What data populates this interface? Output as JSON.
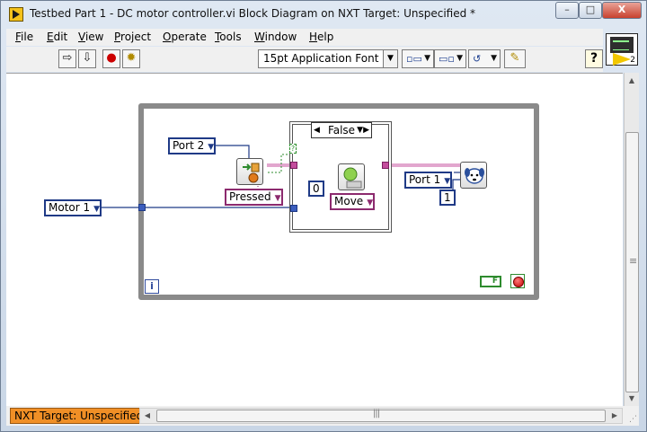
{
  "window": {
    "title": "Testbed Part 1 - DC motor controller.vi Block Diagram on NXT Target: Unspecified *",
    "minimize": "–",
    "maximize": "□",
    "close": "X"
  },
  "menu": [
    "File",
    "Edit",
    "View",
    "Project",
    "Operate",
    "Tools",
    "Window",
    "Help"
  ],
  "toolbar": {
    "font": "15pt Application Font",
    "help": "?"
  },
  "vi_icon": {
    "number": "2"
  },
  "diagram": {
    "port2": "Port 2",
    "motor1": "Motor 1",
    "pressed": "Pressed",
    "case_label": "False",
    "case_term": "?",
    "zero_const": "0",
    "move": "Move",
    "port1": "Port 1",
    "one_const": "1",
    "iteration": "i",
    "true_false": "F"
  },
  "status": {
    "target": "NXT Target: Unspecified"
  },
  "colors": {
    "wire_blue": "#1f3a86",
    "wire_pink": "#c44d9d",
    "wire_green": "#2e8b2e",
    "target_tag": "#f08f26"
  }
}
